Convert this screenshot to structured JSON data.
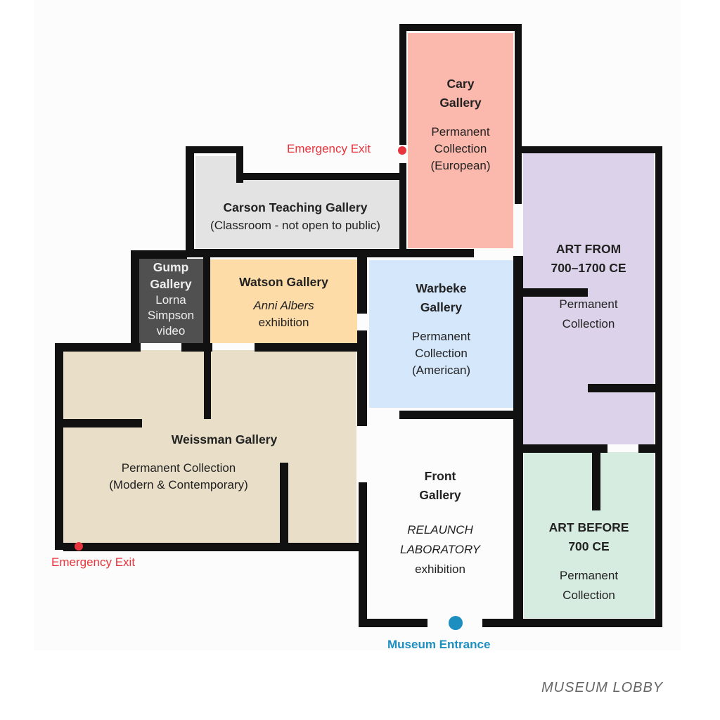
{
  "colors": {
    "cary": "#fbb8ac",
    "carson": "#e3e3e3",
    "gump": "#505050",
    "watson": "#fddca8",
    "warbeke": "#d5e7fb",
    "art_700_1700": "#dcd2e9",
    "weissman": "#e9dfc9",
    "art_before_700": "#d7ece0",
    "exit": "#e8343c",
    "entrance": "#1c8fc0"
  },
  "rooms": {
    "cary": {
      "title_1": "Cary",
      "title_2": "Gallery",
      "sub_1": "Permanent",
      "sub_2": "Collection",
      "sub_3": "(European)"
    },
    "carson": {
      "title": "Carson Teaching Gallery",
      "sub": "(Classroom - not open to public)"
    },
    "gump": {
      "title_1": "Gump",
      "title_2": "Gallery",
      "sub_1": "Lorna",
      "sub_2": "Simpson",
      "sub_3": "video"
    },
    "watson": {
      "title": "Watson Gallery",
      "sub_italic": "Anni Albers",
      "sub": "exhibition"
    },
    "warbeke": {
      "title_1": "Warbeke",
      "title_2": "Gallery",
      "sub_1": "Permanent",
      "sub_2": "Collection",
      "sub_3": "(American)"
    },
    "art_700_1700": {
      "title_1": "ART FROM",
      "title_2": "700–1700 CE",
      "sub_1": "Permanent",
      "sub_2": "Collection"
    },
    "weissman": {
      "title": "Weissman Gallery",
      "sub_1": "Permanent Collection",
      "sub_2": "(Modern & Contemporary)"
    },
    "front": {
      "title_1": "Front",
      "title_2": "Gallery",
      "sub_italic_1": "RELAUNCH",
      "sub_italic_2": "LABORATORY",
      "sub": "exhibition"
    },
    "art_before_700": {
      "title_1": "ART BEFORE",
      "title_2": "700 CE",
      "sub_1": "Permanent",
      "sub_2": "Collection"
    }
  },
  "labels": {
    "emergency_exit_top": "Emergency Exit",
    "emergency_exit_bottom": "Emergency Exit",
    "museum_entrance": "Museum Entrance",
    "museum_lobby": "MUSEUM LOBBY"
  }
}
